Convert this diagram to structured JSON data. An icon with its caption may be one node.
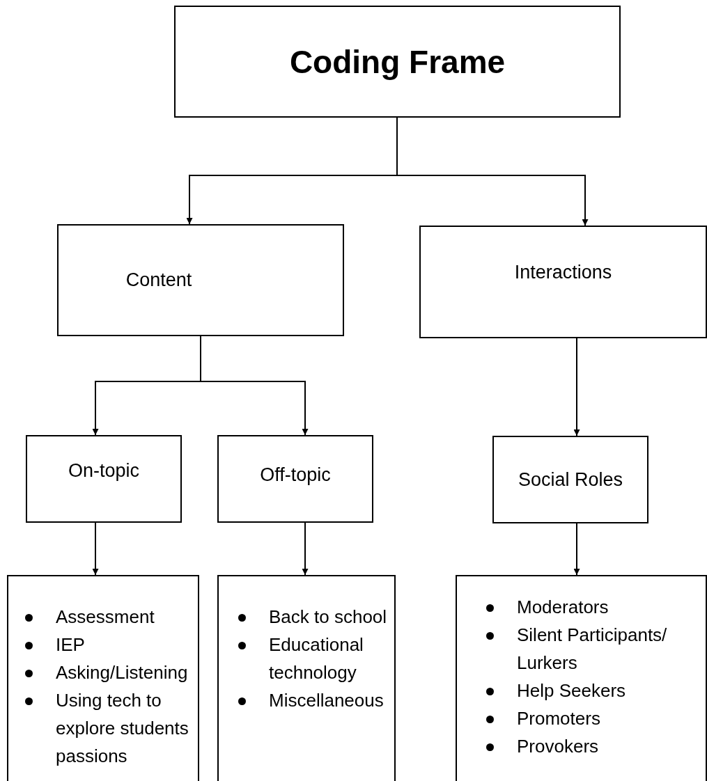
{
  "diagram": {
    "nodes": [
      {
        "text": [
          "Coding Frame"
        ]
      },
      {
        "text": [
          "Content"
        ]
      },
      {
        "text": [
          "Interactions"
        ]
      },
      {
        "text": [
          "On-topic"
        ]
      },
      {
        "text": [
          "Off-topic"
        ]
      },
      {
        "text": [
          "Social Roles"
        ]
      },
      {
        "text": [
          "Assessment",
          "IEP",
          "Asking/Listening",
          "Using tech to explore students passions"
        ]
      },
      {
        "text": [
          "Back to school",
          "Educational technology",
          "Miscellaneous"
        ]
      },
      {
        "text": [
          "Moderators",
          "Silent Participants/ Lurkers",
          "Help Seekers",
          "Promoters",
          "Provokers"
        ]
      }
    ],
    "edges": [
      {
        "from": 0,
        "to": 1,
        "arrow": "to"
      },
      {
        "from": 0,
        "to": 2,
        "arrow": "to"
      },
      {
        "from": 1,
        "to": 3,
        "arrow": "to"
      },
      {
        "from": 1,
        "to": 4,
        "arrow": "to"
      },
      {
        "from": 2,
        "to": 5,
        "arrow": "to"
      },
      {
        "from": 3,
        "to": 6,
        "arrow": "to"
      },
      {
        "from": 4,
        "to": 7,
        "arrow": "to"
      },
      {
        "from": 5,
        "to": 8,
        "arrow": "to"
      }
    ]
  }
}
